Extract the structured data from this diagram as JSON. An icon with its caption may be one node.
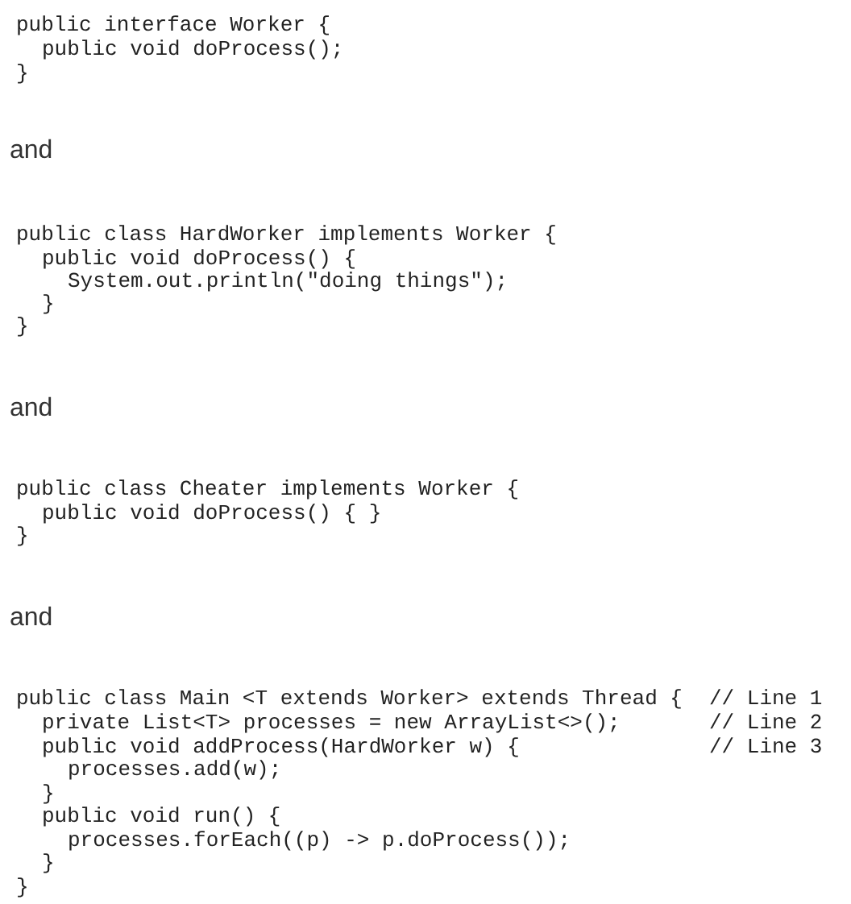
{
  "diagram": {
    "labels": [
      "public interface Worker {",
      "public void doProcess();",
      "}",
      "and",
      "public class HardWorker implements Worker {",
      "public void doProcess() {",
      "System.out.println(\"doing things\");",
      "}",
      "}",
      "and",
      "public class Cheater implements Worker {",
      "public void doProcess() { }",
      "}",
      "and",
      "public class Main <T extends Worker> extends Thread {",
      "// Line 1",
      "private List<T> processes = new ArrayList<>();",
      "// Line 2",
      "public void addProcess(HardWorker w) {",
      "// Line 3",
      "processes.add(w);",
      "}",
      "public void run() {",
      "processes.forEach((p) -> p.doProcess());",
      "}",
      "}"
    ]
  }
}
